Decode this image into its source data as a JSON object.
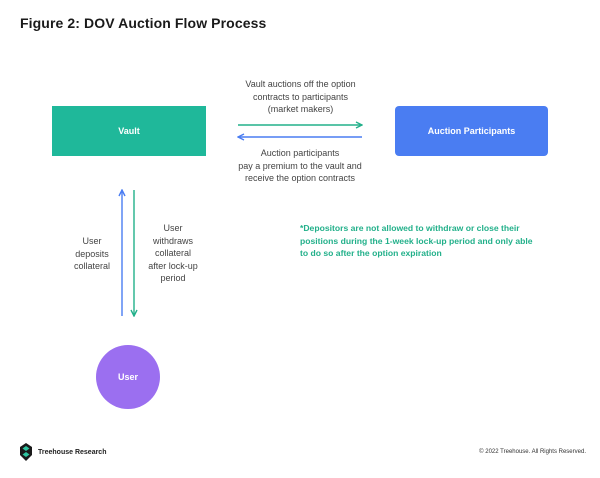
{
  "title": "Figure 2: DOV Auction Flow Process",
  "nodes": {
    "vault": "Vault",
    "auction_participants": "Auction Participants",
    "user": "User"
  },
  "edges": {
    "vault_to_participants": [
      "Vault auctions off the option",
      "contracts to participants",
      "(market makers)"
    ],
    "participants_to_vault": [
      "Auction participants",
      "pay a premium to the vault and",
      "receive the option contracts"
    ],
    "user_deposits": [
      "User",
      "deposits",
      "collateral"
    ],
    "user_withdraws": [
      "User",
      "withdraws",
      "collateral",
      "after lock-up",
      "period"
    ]
  },
  "note": [
    "*Depositors are not allowed to withdraw or close their",
    "positions during the 1-week lock-up period and only able",
    "to do so after the option expiration"
  ],
  "footer": {
    "brand": "Treehouse Research",
    "copyright": "© 2022 Treehouse. All Rights Reserved."
  },
  "colors": {
    "vault": "#1fb89a",
    "auction_participants": "#4a7df2",
    "user": "#9b6ff0",
    "arrow_green": "#22b08a",
    "arrow_blue": "#4a7df2",
    "note": "#22b08a"
  }
}
